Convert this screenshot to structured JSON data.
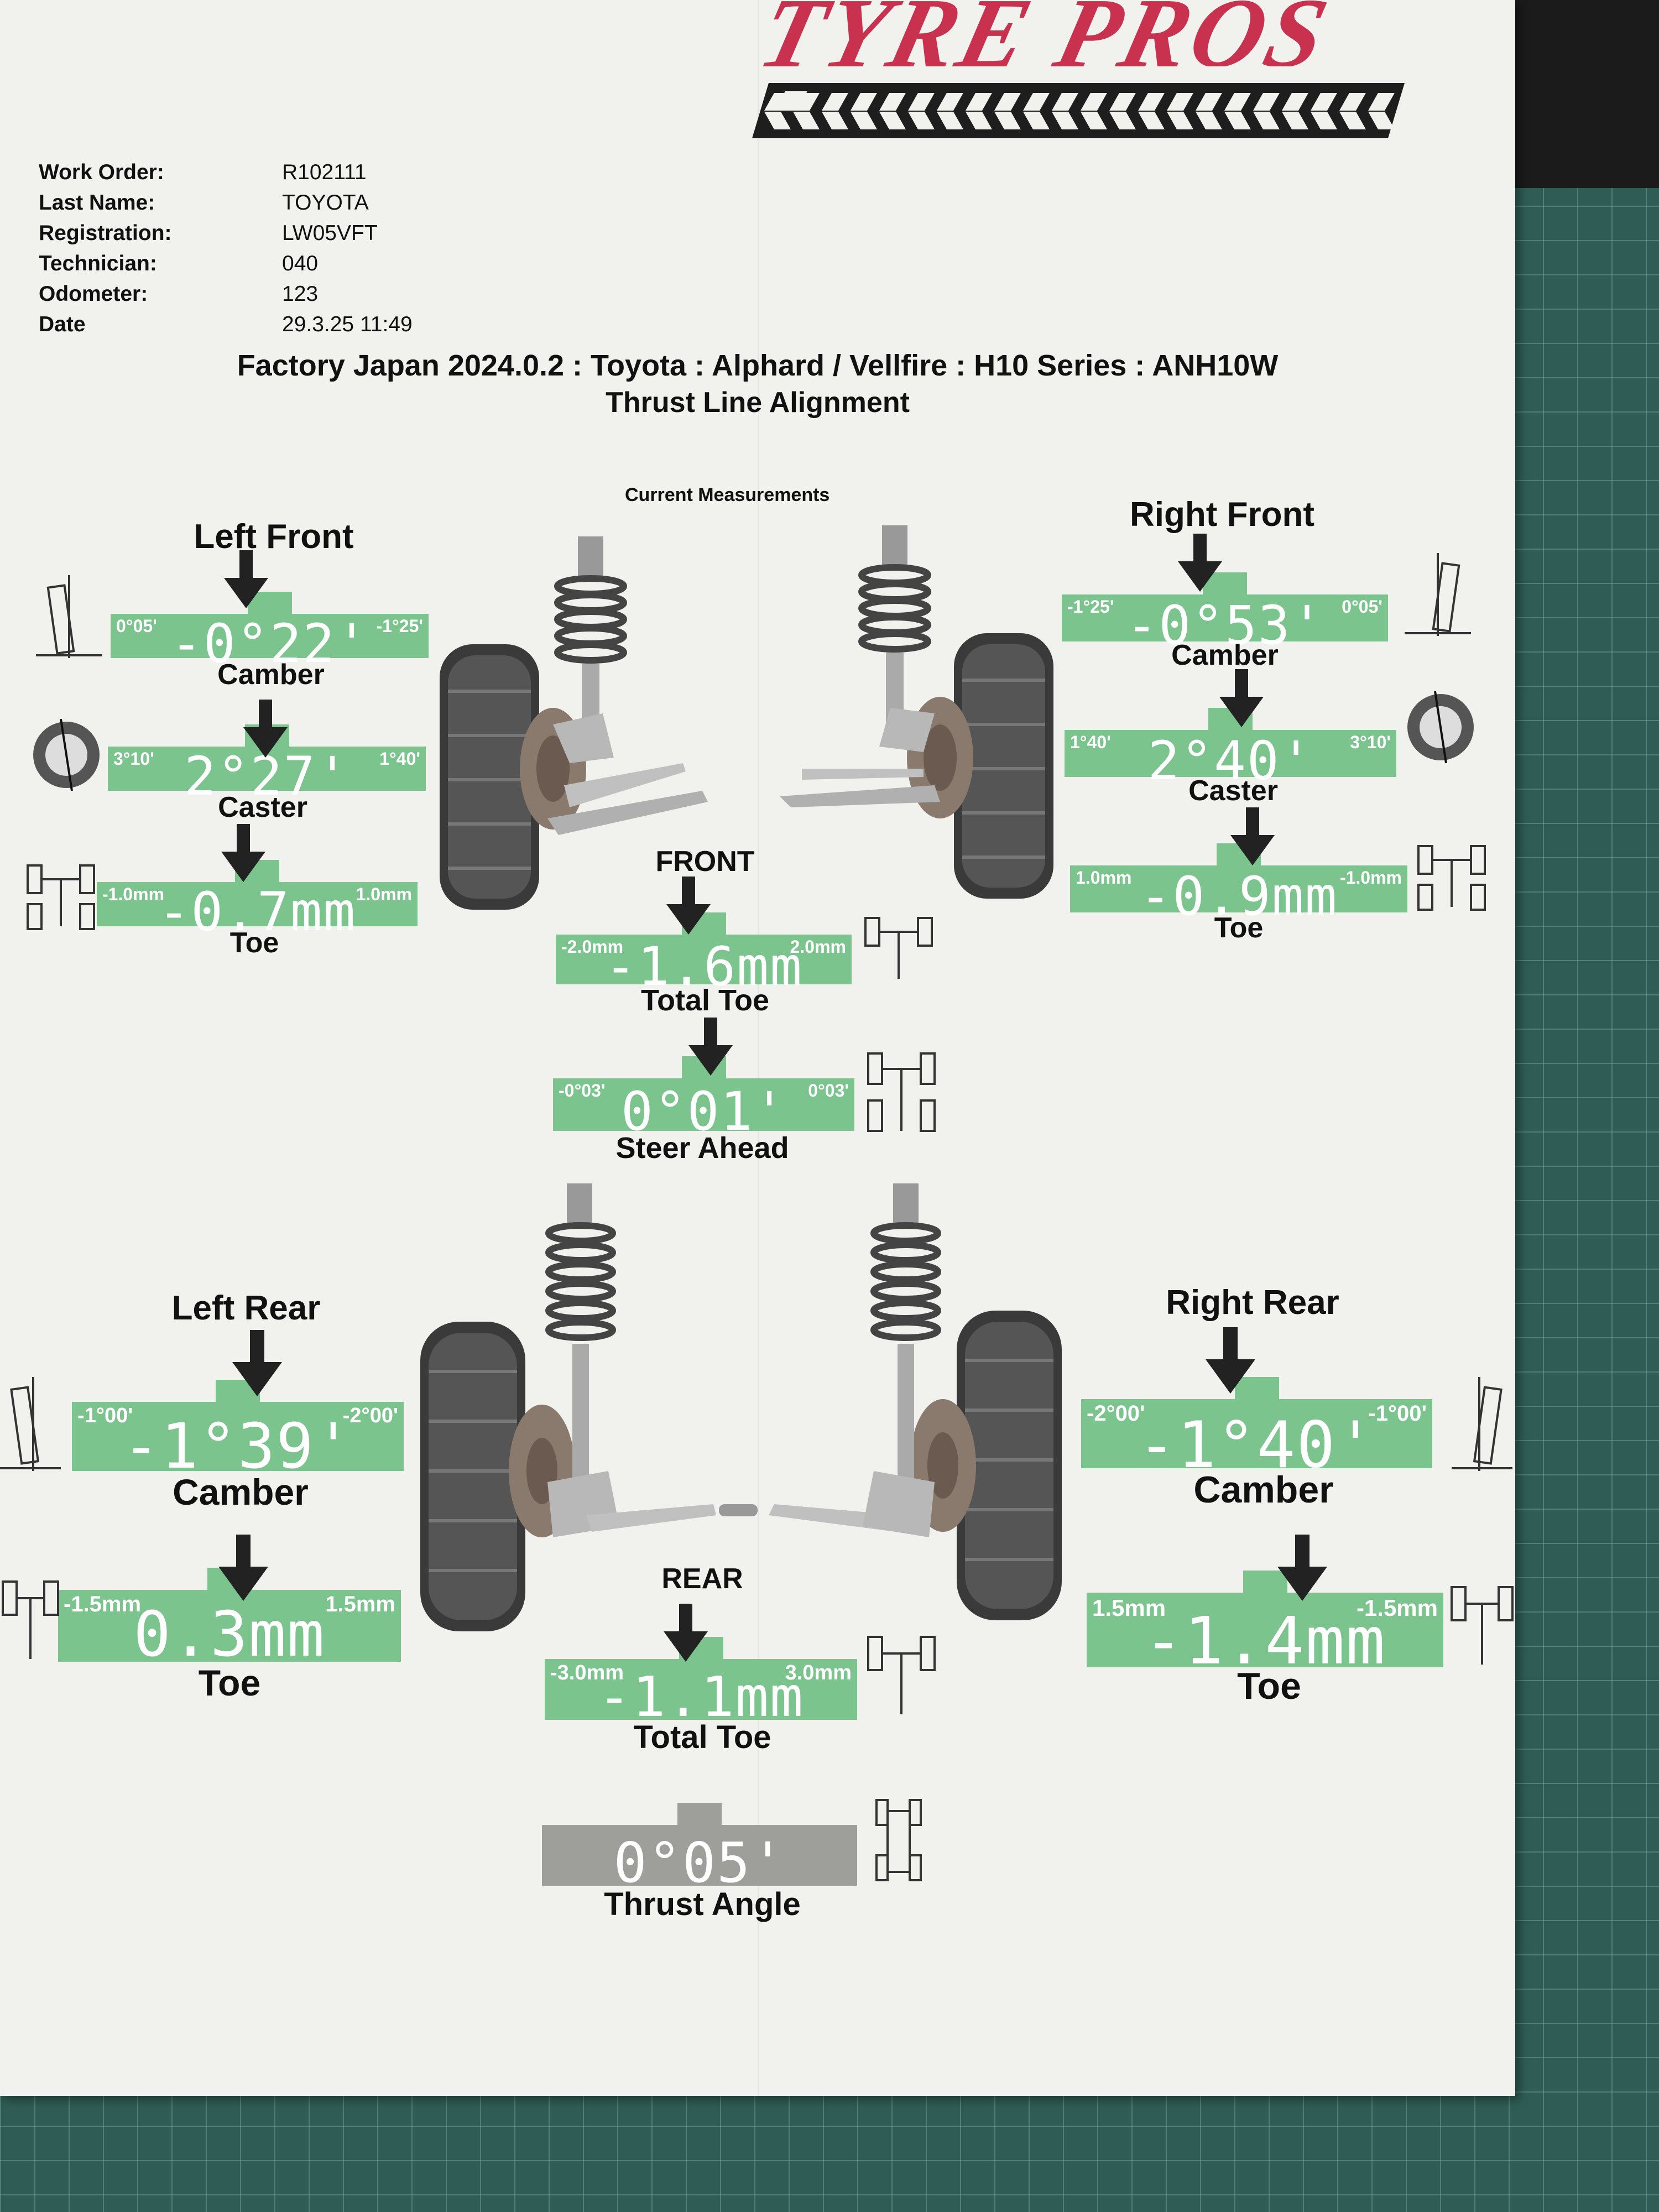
{
  "brand": {
    "name": "TYRE PROS"
  },
  "job": {
    "fields": [
      {
        "label": "Work Order:",
        "value": "R102111"
      },
      {
        "label": "Last Name:",
        "value": "TOYOTA"
      },
      {
        "label": "Registration:",
        "value": "LW05VFT"
      },
      {
        "label": "Technician:",
        "value": "040"
      },
      {
        "label": "Odometer:",
        "value": "123"
      },
      {
        "label": "Date",
        "value": "29.3.25 11:49"
      }
    ]
  },
  "vehicle": {
    "line1": "Factory Japan 2024.0.2 : Toyota : Alphard / Vellfire : H10 Series : ANH10W",
    "line2": "Thrust Line Alignment"
  },
  "section_title": "Current Measurements",
  "left_front": {
    "title": "Left Front",
    "camber": {
      "label": "Camber",
      "min": "0°05'",
      "max": "-1°25'",
      "value": "-0°22'"
    },
    "caster": {
      "label": "Caster",
      "min": "3°10'",
      "max": "1°40'",
      "value": "2°27'"
    },
    "toe": {
      "label": "Toe",
      "min": "-1.0mm",
      "max": "1.0mm",
      "value": "-0.7mm"
    }
  },
  "right_front": {
    "title": "Right Front",
    "camber": {
      "label": "Camber",
      "min": "-1°25'",
      "max": "0°05'",
      "value": "-0°53'"
    },
    "caster": {
      "label": "Caster",
      "min": "1°40'",
      "max": "3°10'",
      "value": "2°40'"
    },
    "toe": {
      "label": "Toe",
      "min": "1.0mm",
      "max": "-1.0mm",
      "value": "-0.9mm"
    }
  },
  "front": {
    "title": "FRONT",
    "total_toe": {
      "label": "Total Toe",
      "min": "-2.0mm",
      "max": "2.0mm",
      "value": "-1.6mm"
    },
    "steer_ahead": {
      "label": "Steer Ahead",
      "min": "-0°03'",
      "max": "0°03'",
      "value": "0°01'"
    }
  },
  "left_rear": {
    "title": "Left Rear",
    "camber": {
      "label": "Camber",
      "min": "-1°00'",
      "max": "-2°00'",
      "value": "-1°39'"
    },
    "toe": {
      "label": "Toe",
      "min": "-1.5mm",
      "max": "1.5mm",
      "value": "0.3mm"
    }
  },
  "right_rear": {
    "title": "Right Rear",
    "camber": {
      "label": "Camber",
      "min": "-2°00'",
      "max": "-1°00'",
      "value": "-1°40'"
    },
    "toe": {
      "label": "Toe",
      "min": "1.5mm",
      "max": "-1.5mm",
      "value": "-1.4mm"
    }
  },
  "rear": {
    "title": "REAR",
    "total_toe": {
      "label": "Total Toe",
      "min": "-3.0mm",
      "max": "3.0mm",
      "value": "-1.1mm"
    },
    "thrust_angle": {
      "label": "Thrust Angle",
      "value": "0°05'"
    }
  },
  "colors": {
    "in_spec": "#7cc48e",
    "neutral": "#9e9e9a",
    "brand": "#c8324f"
  },
  "icons": [
    "camber-diagram-icon",
    "caster-diagram-icon",
    "toe-diagram-icon",
    "total-toe-diagram-icon",
    "steer-ahead-diagram-icon",
    "thrust-angle-diagram-icon",
    "down-arrow-icon"
  ]
}
